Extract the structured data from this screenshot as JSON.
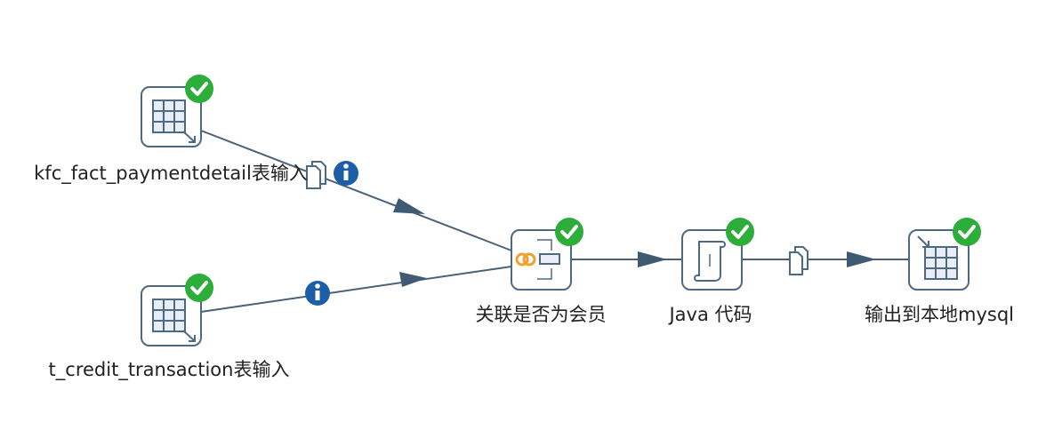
{
  "steps": [
    {
      "id": "s1",
      "label": "kfc_fact_paymentdetail表输入",
      "icon": "table-input-icon",
      "status": "ok"
    },
    {
      "id": "s2",
      "label": "t_credit_transaction表输入",
      "icon": "table-input-icon",
      "status": "ok"
    },
    {
      "id": "s3",
      "label": "关联是否为会员",
      "icon": "merge-join-icon",
      "status": "ok"
    },
    {
      "id": "s4",
      "label": "Java 代码",
      "icon": "java-script-icon",
      "status": "ok"
    },
    {
      "id": "s5",
      "label": "输出到本地mysql",
      "icon": "table-output-icon",
      "status": "ok"
    }
  ],
  "hops": [
    {
      "from": "s1",
      "to": "s3",
      "markers": [
        "copy-icon",
        "info-icon"
      ]
    },
    {
      "from": "s2",
      "to": "s3",
      "markers": [
        "info-icon"
      ]
    },
    {
      "from": "s3",
      "to": "s4",
      "markers": []
    },
    {
      "from": "s4",
      "to": "s5",
      "markers": [
        "copy-icon"
      ]
    }
  ],
  "colors": {
    "hop": "#4a6178",
    "step_border": "#4d6a85",
    "ok_badge": "#2dad3a",
    "info_badge": "#1c5fa8",
    "merge_accent": "#f0a030"
  }
}
